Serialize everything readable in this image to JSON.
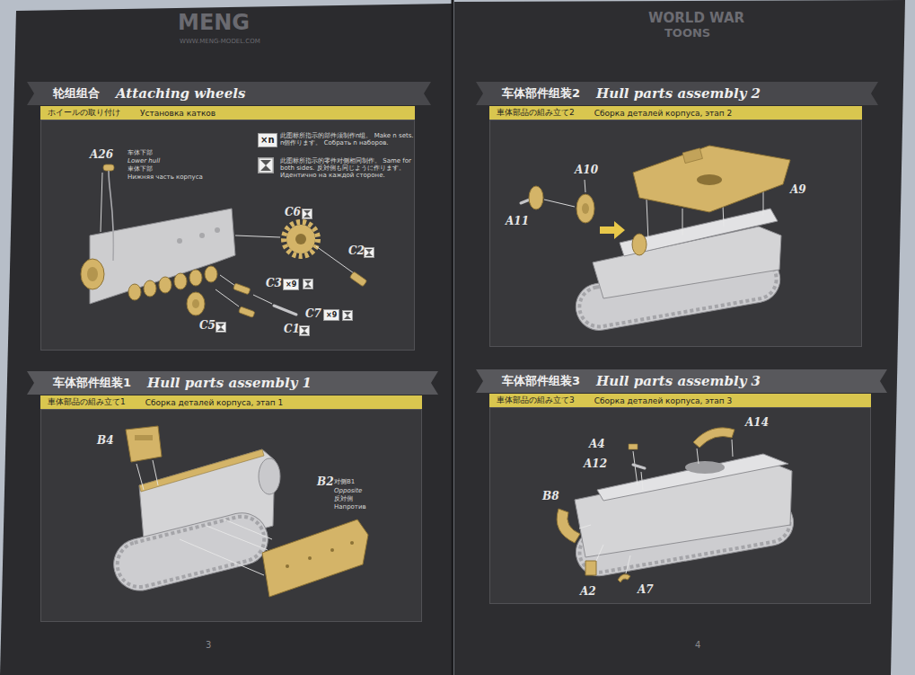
{
  "diagram": {
    "nodes": [
      {
        "text": [
          "轮组组合",
          "Attaching wheels",
          "ホイールの取り付け",
          "Установка катков"
        ]
      },
      {
        "text": [
          "车体部件组装1",
          "Hull parts assembly 1",
          "車体部品の組み立て1",
          "Сборка деталей корпуса, этап 1"
        ]
      },
      {
        "text": [
          "车体部件组装2",
          "Hull parts assembly 2",
          "車体部品の組み立て2",
          "Сборка деталей корпуса, этап 2"
        ]
      },
      {
        "text": [
          "车体部件组装3",
          "Hull parts assembly 3",
          "車体部品の組み立て3",
          "Сборка деталей корпуса, этап 3"
        ]
      }
    ],
    "labels": [
      "MENG",
      "WWW.MENG-MODEL.COM",
      "WORLD WAR",
      "TOONS",
      "A26",
      "车体下部",
      "Lower hull",
      "車体下部",
      "Нижняя часть корпуса",
      "×n",
      "C6",
      "C2",
      "C3",
      "×9",
      "C7",
      "×9",
      "C1",
      "C5",
      "B4",
      "B2",
      "对侧B1",
      "Opposite",
      "反対側",
      "Напротив",
      "A10",
      "A11",
      "A9",
      "A14",
      "A4",
      "A12",
      "B8",
      "A2",
      "A7",
      "3",
      "4"
    ],
    "legend": [
      {
        "text": "此图标所指示的部件须制作n组。 Make n sets. n個作ります。 Собрать n наборов."
      },
      {
        "text": "此图标所指示的零件对侧相同制作。 Same for both sides. 反対側も同じように作ります。 Идентично на каждой стороне."
      }
    ]
  }
}
